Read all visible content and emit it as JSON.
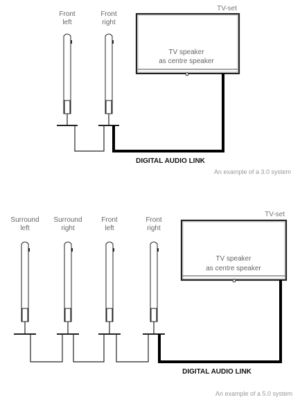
{
  "diagram_3": {
    "front_left": [
      "Front",
      "left"
    ],
    "front_right": [
      "Front",
      "right"
    ],
    "tv_label": "TV-set",
    "tv_text": [
      "TV speaker",
      "as centre speaker"
    ],
    "link_label": "DIGITAL AUDIO LINK",
    "caption": "An example of a 3.0 system"
  },
  "diagram_5": {
    "surround_left": [
      "Surround",
      "left"
    ],
    "surround_right": [
      "Surround",
      "right"
    ],
    "front_left": [
      "Front",
      "left"
    ],
    "front_right": [
      "Front",
      "right"
    ],
    "tv_label": "TV-set",
    "tv_text": [
      "TV speaker",
      "as centre speaker"
    ],
    "link_label": "DIGITAL AUDIO LINK",
    "caption": "An example of a 5.0 system"
  }
}
